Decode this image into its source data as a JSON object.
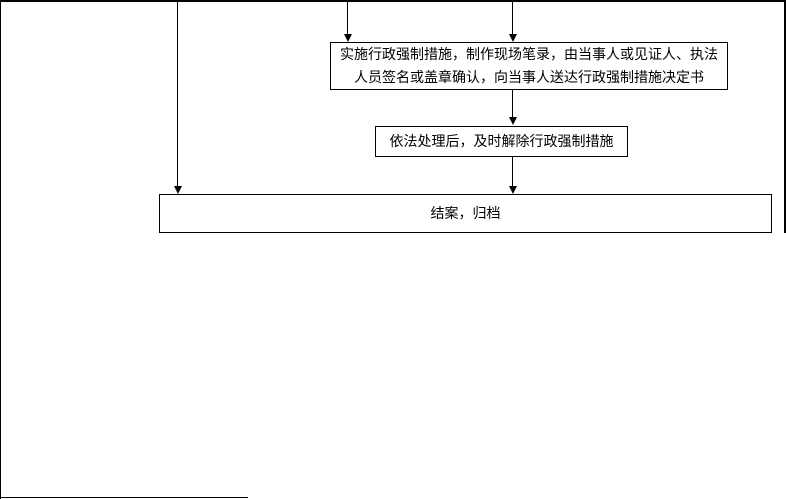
{
  "page": {
    "background_color": "#ffffff",
    "line_color": "#000000",
    "text_color": "#000000"
  },
  "flowchart": {
    "nodes": [
      {
        "id": "enforce-measures",
        "line1": "实施行政强制措施，制作现场笔录，由当事人或见证人、执法",
        "line2": "人员签名或盖章确认，向当事人送达行政强制措施决定书"
      },
      {
        "id": "release-measures",
        "label": "依法处理后，及时解除行政强制措施"
      },
      {
        "id": "close-case",
        "label": "结案，归档"
      }
    ],
    "connections": [
      {
        "from": "offscreen-top-left",
        "to": "close-case"
      },
      {
        "from": "offscreen-top-middle",
        "to": "enforce-measures"
      },
      {
        "from": "offscreen-top-right",
        "to": "enforce-measures"
      },
      {
        "from": "enforce-measures",
        "to": "release-measures"
      },
      {
        "from": "release-measures",
        "to": "close-case"
      }
    ]
  }
}
